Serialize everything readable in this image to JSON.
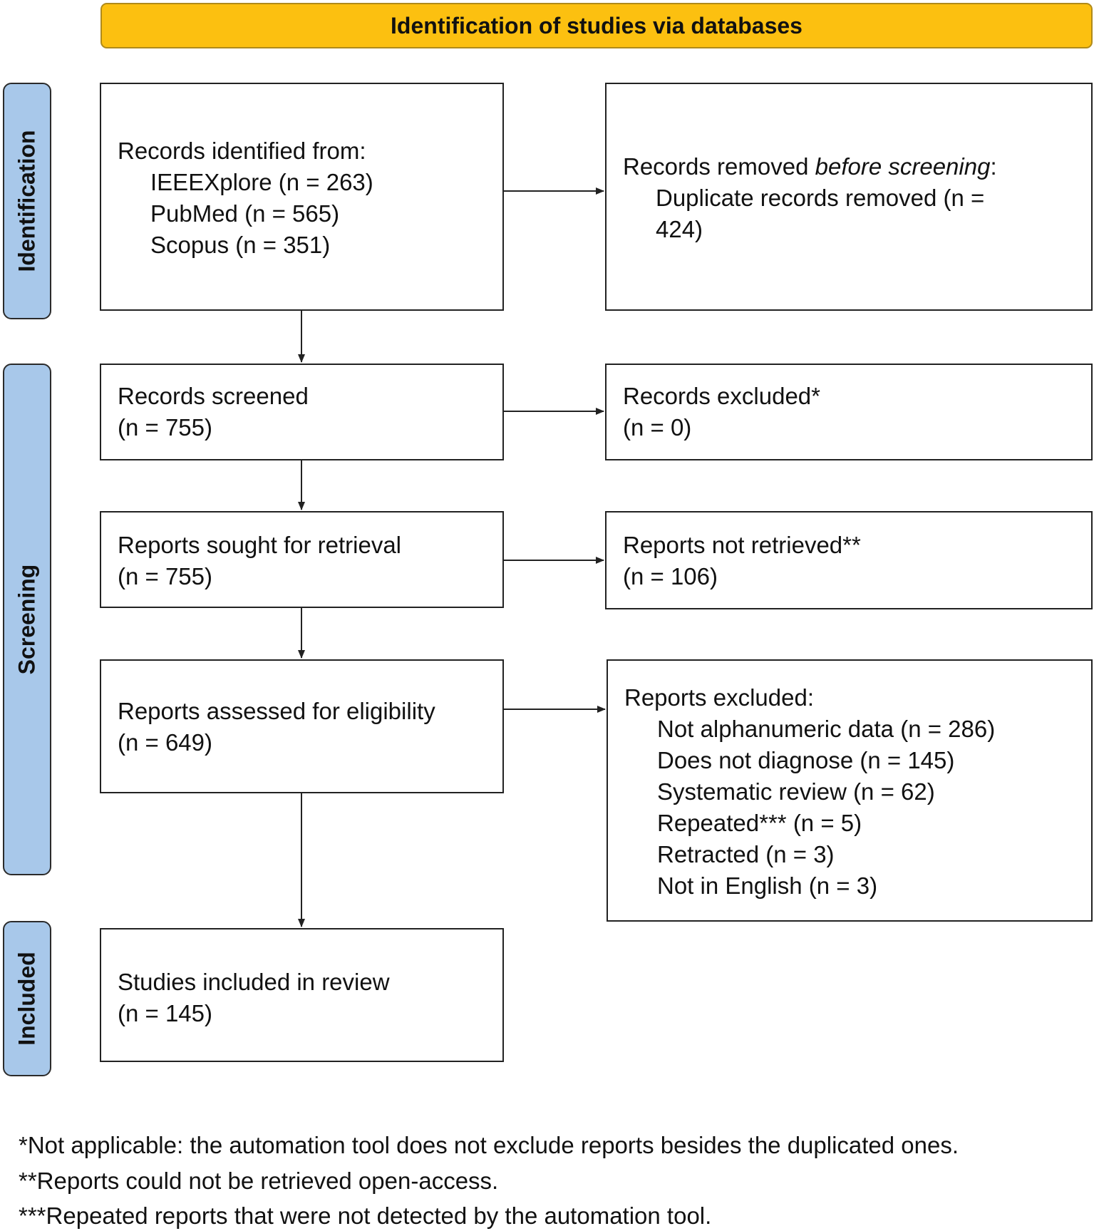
{
  "header": {
    "title": "Identification of studies via databases"
  },
  "phases": {
    "identification": "Identification",
    "screening": "Screening",
    "included": "Included"
  },
  "boxes": {
    "records_identified": {
      "heading": "Records identified from:",
      "items": [
        "IEEEXplore (n = 263)",
        "PubMed (n = 565)",
        "Scopus (n = 351)"
      ]
    },
    "records_removed": {
      "heading_pre": "Records removed ",
      "heading_em": "before screening",
      "heading_post": ":",
      "items": [
        "Duplicate records removed  (n =",
        "424)"
      ]
    },
    "records_screened": {
      "line1": "Records screened",
      "line2": "(n = 755)"
    },
    "records_excluded": {
      "line1": "Records excluded*",
      "line2": "(n = 0)"
    },
    "reports_sought": {
      "line1": "Reports sought for retrieval",
      "line2": "(n = 755)"
    },
    "reports_not_retrieved": {
      "line1": "Reports not retrieved**",
      "line2": "(n = 106)"
    },
    "reports_assessed": {
      "line1": "Reports assessed for eligibility",
      "line2": "(n = 649)"
    },
    "reports_excluded": {
      "heading": "Reports excluded:",
      "items": [
        "Not alphanumeric data (n = 286)",
        "Does not diagnose (n = 145)",
        "Systematic review (n = 62)",
        "Repeated*** (n = 5)",
        "Retracted (n = 3)",
        "Not in English (n = 3)"
      ]
    },
    "studies_included": {
      "line1": "Studies included in review",
      "line2": "(n = 145)"
    }
  },
  "footnotes": [
    "*Not applicable: the automation tool does not exclude reports besides the duplicated ones.",
    "**Reports could not be retrieved open-access.",
    "***Repeated reports that were not detected by the automation tool."
  ]
}
